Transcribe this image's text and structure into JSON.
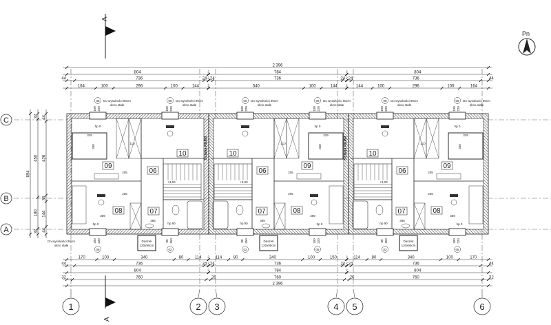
{
  "north_arrow": {
    "label": "Pn"
  },
  "section_marker": {
    "label": "A"
  },
  "grid": {
    "columns": [
      "1",
      "2",
      "3",
      "4",
      "5",
      "6"
    ],
    "rows": [
      "C",
      "B",
      "A"
    ]
  },
  "dimensions": {
    "top": [
      [
        "2 396"
      ],
      [
        "804",
        "2",
        "784",
        "2",
        "804"
      ],
      [
        "44",
        "736",
        "24",
        "2",
        "24",
        "736",
        "24",
        "2",
        "24",
        "736",
        "44"
      ],
      [
        "164",
        "100",
        "296",
        "100",
        "144",
        "2",
        "540",
        "100",
        "144",
        "2",
        "144",
        "100",
        "296",
        "100",
        "164"
      ]
    ],
    "top_values": [
      [
        2396
      ],
      [
        804,
        2,
        784,
        2,
        804
      ],
      [
        44,
        736,
        24,
        2,
        24,
        736,
        24,
        2,
        24,
        736,
        44
      ],
      [
        164,
        100,
        296,
        100,
        144,
        2,
        540,
        100,
        144,
        2,
        144,
        100,
        296,
        100,
        164
      ]
    ],
    "bottom": [
      [
        "170",
        "100",
        "340",
        "80",
        "114",
        "2",
        "114",
        "80",
        "340",
        "100",
        "150",
        "2",
        "114",
        "80",
        "340",
        "100",
        "170"
      ],
      [
        "44",
        "736",
        "24",
        "2",
        "24",
        "736",
        "24",
        "2",
        "24",
        "736",
        "44"
      ],
      [
        "804",
        "2",
        "784",
        "2",
        "804"
      ],
      [
        "32",
        "760",
        "26",
        "760",
        "26",
        "760",
        "32"
      ],
      [
        "2 396"
      ]
    ],
    "bottom_values": [
      [
        170,
        100,
        340,
        80,
        114,
        2,
        114,
        80,
        340,
        100,
        150,
        2,
        114,
        80,
        340,
        100,
        170
      ],
      [
        44,
        736,
        24,
        2,
        24,
        736,
        24,
        2,
        24,
        736,
        44
      ],
      [
        804,
        2,
        784,
        2,
        804
      ],
      [
        32,
        760,
        26,
        760,
        26,
        760,
        32
      ],
      [
        2396
      ]
    ],
    "left": [
      [
        "694"
      ],
      [
        "32",
        "450",
        "180",
        "32"
      ],
      [
        "44",
        "426",
        "36",
        "144",
        "44"
      ]
    ],
    "left_values": [
      [
        694
      ],
      [
        32,
        450,
        180,
        32
      ],
      [
        44,
        426,
        36,
        144,
        44
      ]
    ]
  },
  "window_note": {
    "line1": "Do wysokości 90cm",
    "line2": "okno stałe"
  },
  "canopy": {
    "line1": "Daszek",
    "line2": "120x90cm"
  },
  "fire_wall": "Ściana REI60",
  "units": [
    {
      "mirrored": false,
      "rooms": {
        "r09": "09",
        "r10": "10",
        "r06": "06",
        "r07": "07",
        "r08": "08"
      },
      "top_windows": [
        {
          "tag": "05",
          "h1": "100",
          "h2": "220"
        },
        {
          "tag": "05",
          "h1": "100",
          "h2": "220"
        }
      ],
      "bottom_windows": [
        {
          "tag": "06",
          "h1": "100",
          "h2": "220"
        },
        {
          "tag": "02",
          "h1": "80",
          "h2": "150"
        }
      ],
      "notes": {
        "bed": "329",
        "bedh": "348",
        "hp_top": "hp 0",
        "hp_bot": "hp 0",
        "hp_bath": "hp 90",
        "level": "+3,00",
        "w1": "359",
        "w2": "365",
        "d1": "205",
        "d2": "205",
        "c1": "110"
      }
    },
    {
      "mirrored": true,
      "rooms": {
        "r09": "09",
        "r10": "10",
        "r06": "06",
        "r07": "07",
        "r08": "08"
      },
      "top_windows": [
        {
          "tag": "05",
          "h1": "100",
          "h2": "220"
        },
        {
          "tag": "05",
          "h1": "100",
          "h2": "220"
        }
      ],
      "bottom_windows": [
        {
          "tag": "05",
          "h1": "100",
          "h2": "220"
        },
        {
          "tag": "02",
          "h1": "80",
          "h2": "150"
        }
      ],
      "notes": {
        "bed": "329",
        "bedh": "348",
        "hp_top": "hp 0",
        "hp_bot": "hp 0",
        "hp_bath": "hp 90",
        "level": "+3,00",
        "w1": "359",
        "w2": "365",
        "d1": "205",
        "d2": "205",
        "c1": "110"
      }
    },
    {
      "mirrored": true,
      "rooms": {
        "r09": "09",
        "r10": "10",
        "r06": "06",
        "r07": "07",
        "r08": "08"
      },
      "top_windows": [
        {
          "tag": "05",
          "h1": "100",
          "h2": "220"
        },
        {
          "tag": "05",
          "h1": "100",
          "h2": "220"
        }
      ],
      "bottom_windows": [
        {
          "tag": "06",
          "h1": "100",
          "h2": "220"
        },
        {
          "tag": "02",
          "h1": "80",
          "h2": "150"
        }
      ],
      "notes": {
        "bed": "329",
        "bedh": "348",
        "hp_top": "hp 0",
        "hp_bot": "hp 0",
        "hp_bath": "hp 90",
        "level": "+3,00",
        "w1": "359",
        "w2": "365",
        "d1": "205",
        "d2": "205",
        "c1": "110"
      }
    }
  ]
}
